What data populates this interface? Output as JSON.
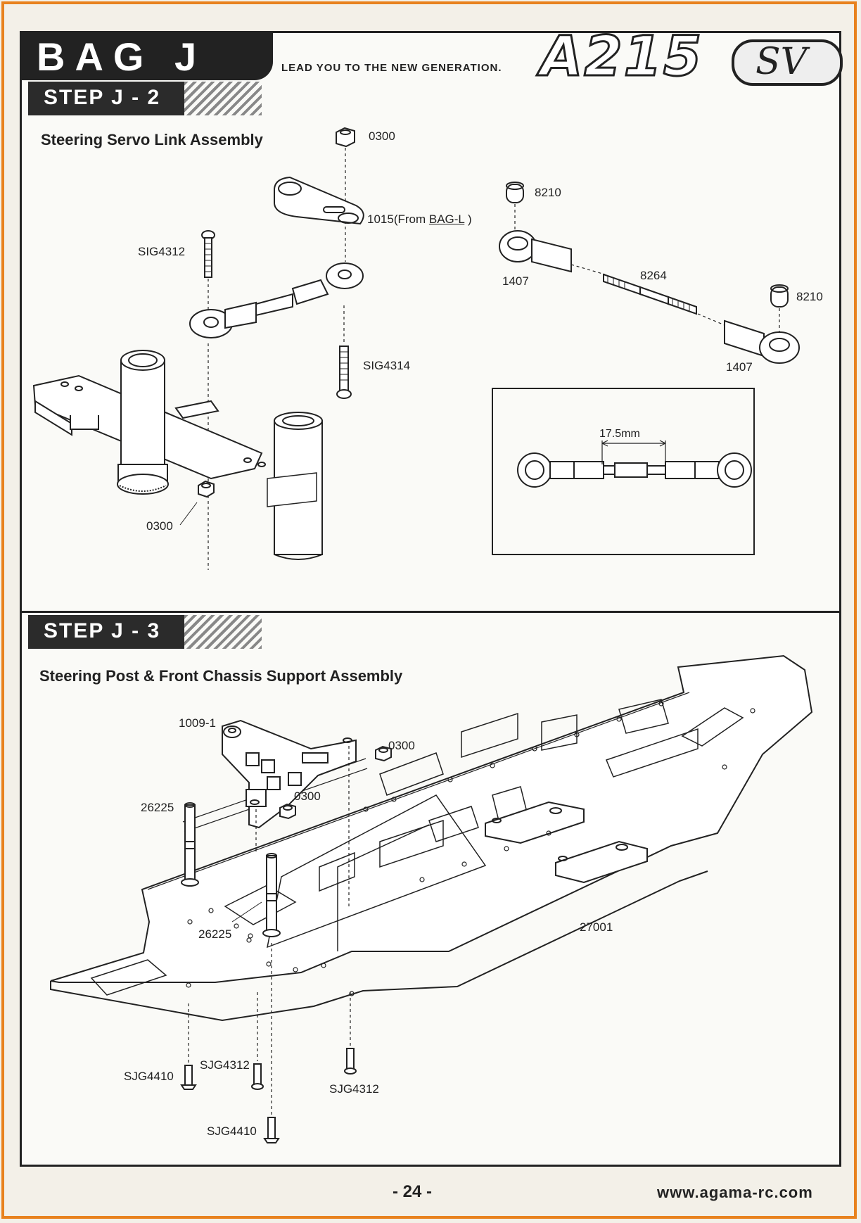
{
  "header": {
    "bag_title": "BAG J",
    "tagline": "LEAD YOU TO THE NEW GENERATION.",
    "model": "A215",
    "badge": "SV"
  },
  "step_j2": {
    "tab": "STEP J - 2",
    "title": "Steering Servo Link Assembly",
    "labels": {
      "nut_top": "0300",
      "servo_horn_part": "1015(From ",
      "servo_horn_bag": "BAG-L",
      "servo_horn_close": " )",
      "screw_left": "SIG4312",
      "screw_right": "SIG4314",
      "nut_bottom": "0300",
      "ball_top": "8210",
      "rod_end_left": "1407",
      "turnbuckle": "8264",
      "ball_right": "8210",
      "rod_end_right": "1407",
      "gap": "17.5mm"
    }
  },
  "step_j3": {
    "tab": "STEP J - 3",
    "title": "Steering Post & Front Chassis Support Assembly",
    "labels": {
      "support": "1009-1",
      "nut_right": "0300",
      "nut_lower": "0300",
      "post_left": "26225",
      "post_center": "26225",
      "chassis": "27001",
      "screw_a": "SJG4410",
      "screw_b": "SJG4312",
      "screw_c": "SJG4312",
      "screw_d": "SJG4410"
    }
  },
  "footer": {
    "page": "- 24 -",
    "website": "www.agama-rc.com"
  }
}
